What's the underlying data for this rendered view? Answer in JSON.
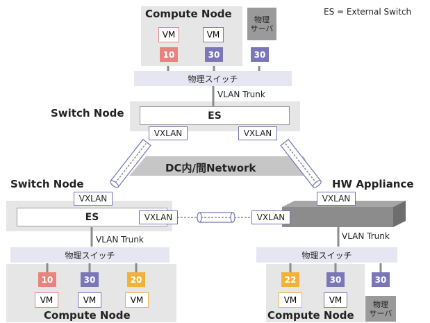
{
  "legend": "ES = External Switch",
  "core_network": "DC内/間Network",
  "top": {
    "compute_title": "Compute Node",
    "vms": [
      {
        "label": "VM",
        "vlan": "10",
        "color": "#e8837e"
      },
      {
        "label": "VM",
        "vlan": "30",
        "color": "#7b76b8"
      }
    ],
    "physical_server": {
      "line1": "物理",
      "line2": "サーバ",
      "vlan": "30"
    },
    "physical_switch": "物理スイッチ",
    "trunk": "VLAN Trunk",
    "switch_node_title": "Switch Node",
    "es": "ES",
    "vxlan_left": "VXLAN",
    "vxlan_right": "VXLAN"
  },
  "left": {
    "switch_node_title": "Switch Node",
    "vxlan_top": "VXLAN",
    "es": "ES",
    "vxlan_right": "VXLAN",
    "trunk": "VLAN Trunk",
    "physical_switch": "物理スイッチ",
    "vms": [
      {
        "label": "VM",
        "vlan": "10",
        "color": "#e8837e"
      },
      {
        "label": "VM",
        "vlan": "30",
        "color": "#7b76b8"
      },
      {
        "label": "VM",
        "vlan": "20",
        "color": "#f1b23a"
      }
    ],
    "compute_title": "Compute Node"
  },
  "right": {
    "appliance_title": "HW Appliance",
    "vxlan_top": "VXLAN",
    "vxlan_left": "VXLAN",
    "trunk": "VLAN Trunk",
    "physical_switch": "物理スイッチ",
    "vms": [
      {
        "label": "VM",
        "vlan": "22",
        "color": "#f1b23a"
      },
      {
        "label": "VM",
        "vlan": "30",
        "color": "#7b76b8"
      }
    ],
    "physical_server": {
      "line1": "物理",
      "line2": "サーバ",
      "vlan": "30"
    },
    "compute_title": "Compute Node"
  },
  "colors": {
    "vlan_red": "#e8837e",
    "vlan_purple": "#7b76b8",
    "vlan_orange": "#f1b23a",
    "node_bg": "#e6e6e6",
    "switch_bg": "#e6e6f3",
    "tunnel": "#6f72b7",
    "appliance": "#8c8c8c"
  }
}
